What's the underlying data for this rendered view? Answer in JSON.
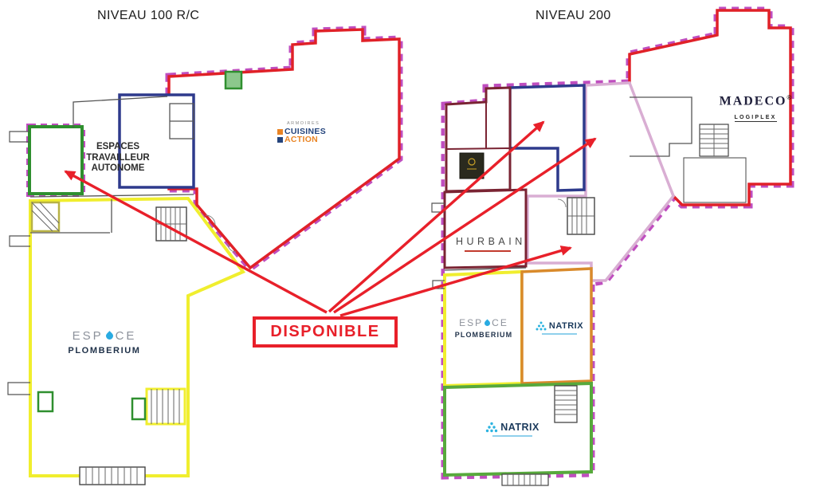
{
  "titles": {
    "left": "NIVEAU 100 R/C",
    "right": "NIVEAU 200"
  },
  "disponible": {
    "label": "DISPONIBLE"
  },
  "left_plan": {
    "espaces_travailleur_autonome": {
      "lines": [
        "ESPACES",
        "TRAVAILLEUR",
        "AUTONOME"
      ]
    },
    "cuisines_action": {
      "armoires": "ARMOIRES",
      "cuisines": "CUISINES",
      "action": "ACTION"
    },
    "espace_plomberium": {
      "prefix": "ESP",
      "suffix": "CE",
      "name": "PLOMBERIUM"
    }
  },
  "right_plan": {
    "madeco": {
      "name": "MADECO",
      "registered": "®",
      "logiplex": "LOGIPLEX"
    },
    "hurbain": {
      "name": "HURBAIN"
    },
    "espace_plomberium": {
      "prefix": "ESP",
      "suffix": "CE",
      "name": "PLOMBERIUM"
    },
    "natrix_level2": {
      "name": "NATRIX"
    },
    "natrix_ground": {
      "name": "NATRIX"
    }
  },
  "colors": {
    "available_red": "#e8202a",
    "crenellation_magenta": "#bf4ebf",
    "plomberium_yellow": "#f0ee2e",
    "available_green": "#3f9e37",
    "navy_blue": "#2e3a8c",
    "available_pink": "#d9aed3",
    "maroon": "#7a2433",
    "orange": "#d98a2b",
    "madeco_red": "#e02128"
  }
}
